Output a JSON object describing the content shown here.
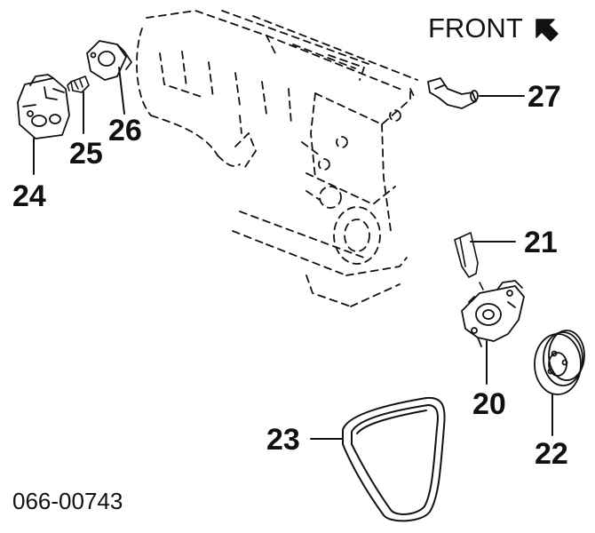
{
  "diagram": {
    "orientation_label": "FRONT",
    "figure_number": "066-00743",
    "callouts": {
      "c20": "20",
      "c21": "21",
      "c22": "22",
      "c23": "23",
      "c24": "24",
      "c25": "25",
      "c26": "26",
      "c27": "27"
    }
  },
  "colors": {
    "ink": "#111111",
    "background": "#ffffff"
  },
  "icons": {
    "front_arrow": "arrow-up-left-icon"
  }
}
